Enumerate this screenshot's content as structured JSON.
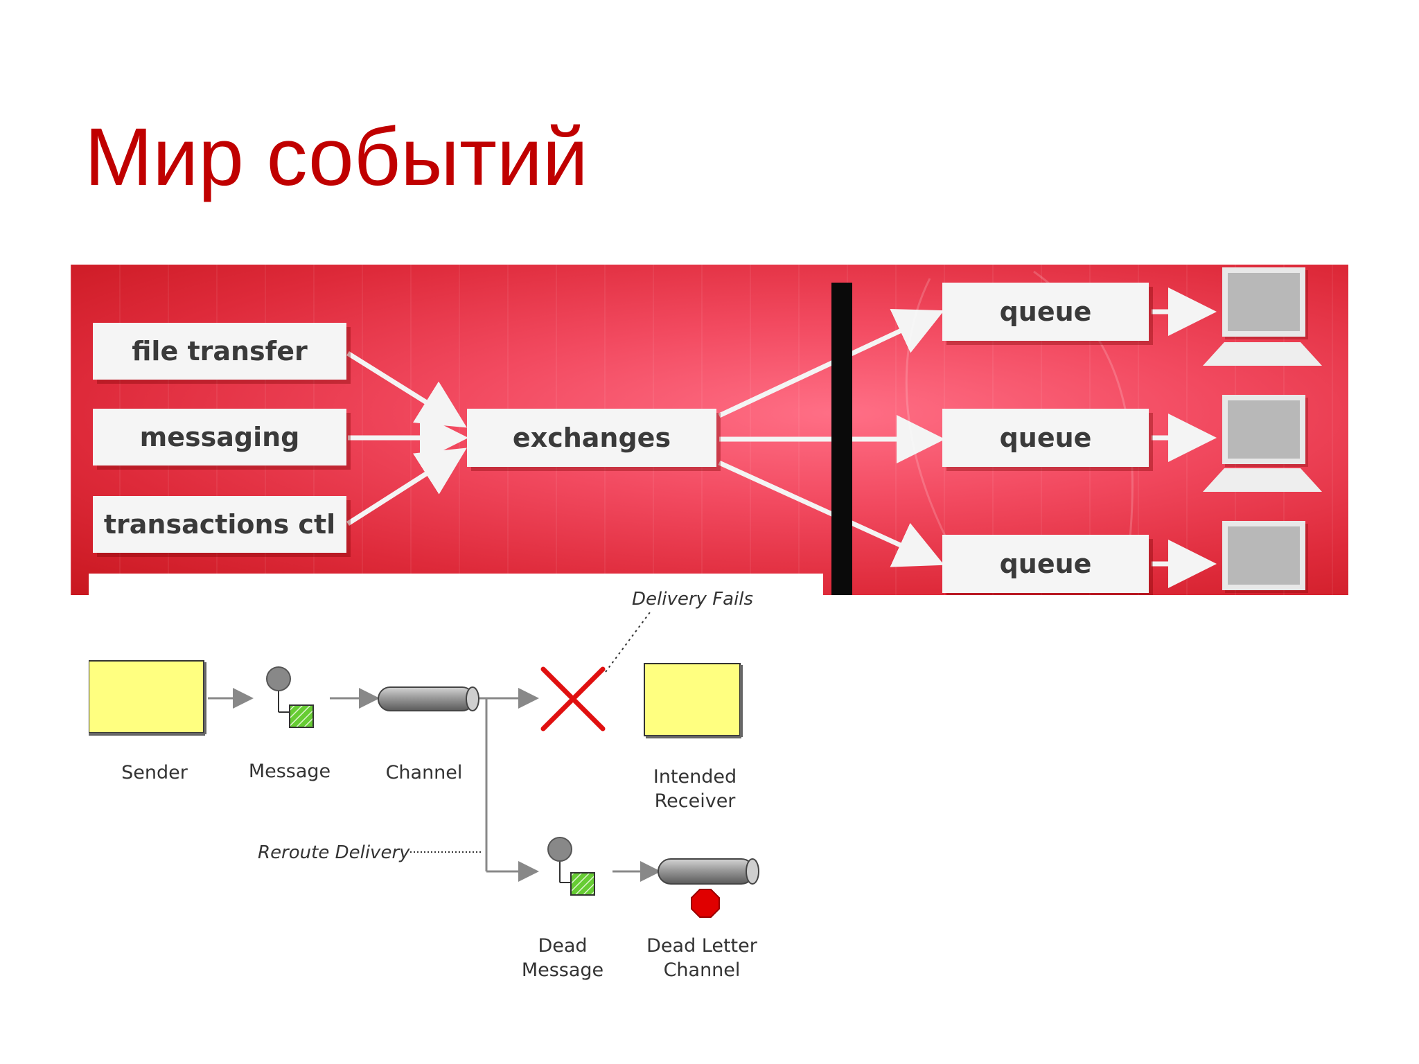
{
  "title": "Мир событий",
  "amqp": {
    "sources": [
      "file transfer",
      "messaging",
      "transactions ctl"
    ],
    "exchange": "exchanges",
    "queues": [
      "queue",
      "queue",
      "queue"
    ],
    "colors": {
      "background": "#e8354a",
      "box": "#f5f5f5",
      "barrier": "#0a0a0a"
    }
  },
  "dead_letter": {
    "sender": "Sender",
    "message": "Message",
    "channel": "Channel",
    "receiver_line1": "Intended",
    "receiver_line2": "Receiver",
    "delivery_fails": "Delivery Fails",
    "reroute_delivery": "Reroute Delivery",
    "dead_message_line1": "Dead",
    "dead_message_line2": "Message",
    "dead_letter_channel_line1": "Dead Letter",
    "dead_letter_channel_line2": "Channel",
    "colors": {
      "endpoint": "#ffff80",
      "message_body": "#66cc33",
      "fail_cross": "#e01010",
      "stop": "#e00000"
    }
  }
}
